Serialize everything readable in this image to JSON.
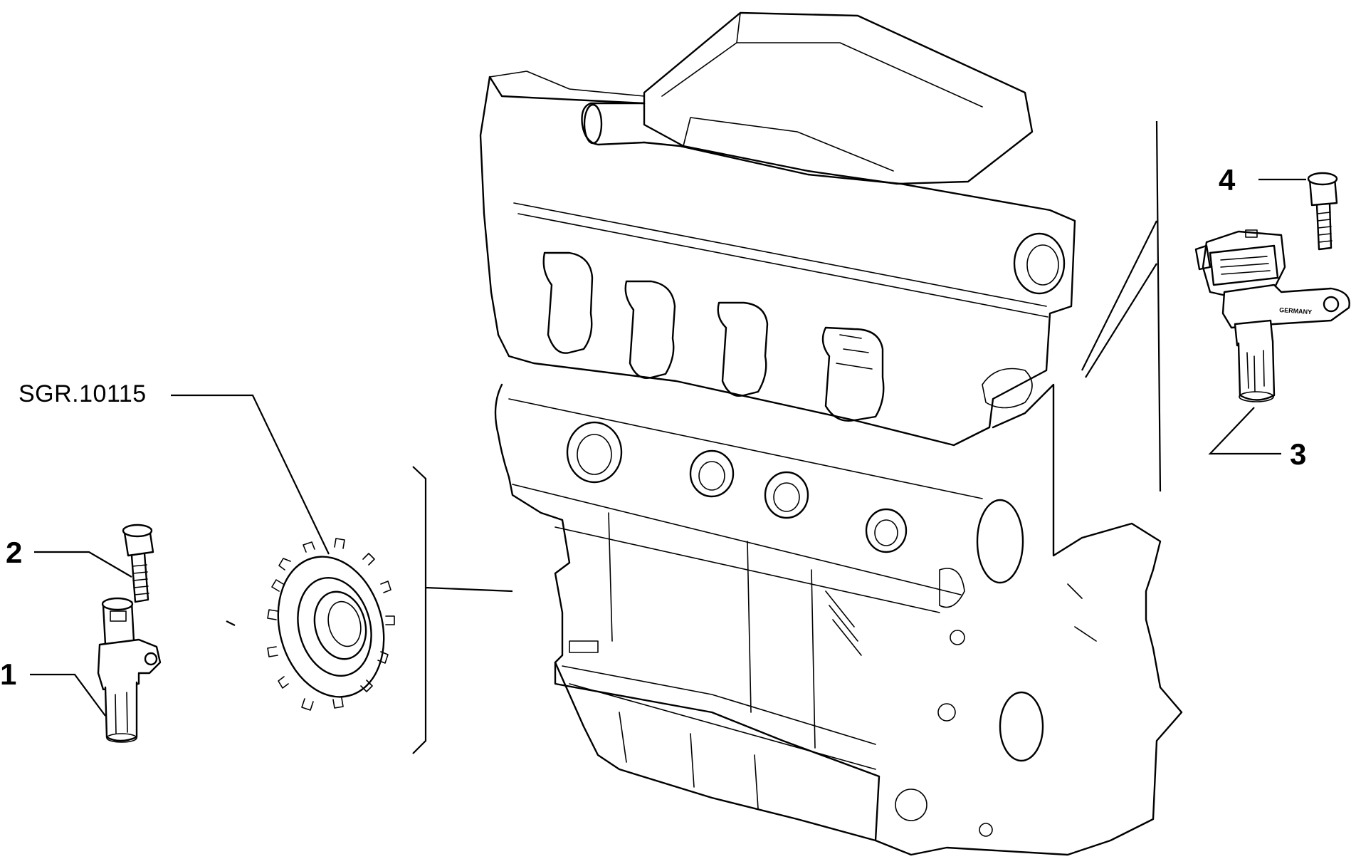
{
  "diagram": {
    "callouts": {
      "part_1": "1",
      "part_2": "2",
      "part_3": "3",
      "part_4": "4",
      "reference": "SGR.10115"
    },
    "sensor_marking": "GERMANY"
  }
}
